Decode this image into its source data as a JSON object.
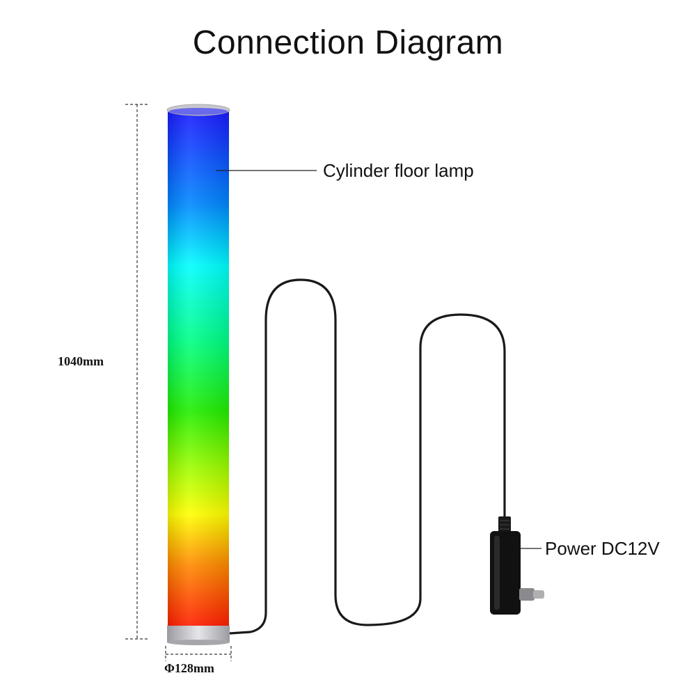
{
  "title": "Connection Diagram",
  "labels": {
    "lamp": "Cylinder floor lamp",
    "power": "Power DC12V"
  },
  "dimensions": {
    "height": "1040mm",
    "diameter": "Φ128mm"
  },
  "colors": {
    "gradient": [
      "#1a1aff",
      "#00aaff",
      "#00ffff",
      "#00ff80",
      "#22ee00",
      "#88ff00",
      "#ffff00",
      "#ff8800",
      "#ff1a00"
    ],
    "cap": "#c8c8cc",
    "cable": "#1a1a1a",
    "adapter": "#111111",
    "plug": "#b0b0b0"
  }
}
